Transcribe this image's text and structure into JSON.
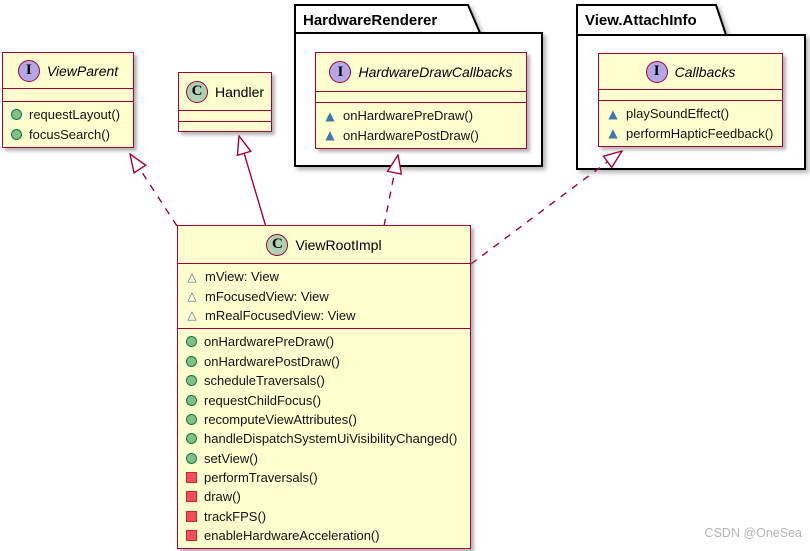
{
  "watermark": "CSDN @OneSea",
  "colors": {
    "box_fill": "#FEFECE",
    "box_border": "#A80036",
    "package_border": "#000000",
    "interface_circle_fill": "#B4A7E5",
    "class_circle_fill": "#ADD1B2",
    "public_method_icon": "#84BE84",
    "private_method_icon": "#F24D5C",
    "package_member_icon": "#4177AF",
    "watermark_color": "#b5b5b5"
  },
  "packages": {
    "hardware_renderer": {
      "title": "HardwareRenderer"
    },
    "view_attach_info": {
      "title": "View.AttachInfo"
    }
  },
  "classes": {
    "view_parent": {
      "stereotype_letter": "I",
      "stereotype": "interface",
      "title": "ViewParent",
      "methods": [
        {
          "icon": "public-method-icon",
          "label": "requestLayout()"
        },
        {
          "icon": "public-method-icon",
          "label": "focusSearch()"
        }
      ]
    },
    "handler": {
      "stereotype_letter": "C",
      "stereotype": "class",
      "title": "Handler",
      "methods": []
    },
    "hardware_draw_callbacks": {
      "stereotype_letter": "I",
      "stereotype": "interface",
      "title": "HardwareDrawCallbacks",
      "methods": [
        {
          "icon": "package-method-icon",
          "label": "onHardwarePreDraw()"
        },
        {
          "icon": "package-method-icon",
          "label": "onHardwarePostDraw()"
        }
      ]
    },
    "callbacks": {
      "stereotype_letter": "I",
      "stereotype": "interface",
      "title": "Callbacks",
      "methods": [
        {
          "icon": "package-method-icon",
          "label": "playSoundEffect()"
        },
        {
          "icon": "package-method-icon",
          "label": "performHapticFeedback()"
        }
      ]
    },
    "view_root_impl": {
      "stereotype_letter": "C",
      "stereotype": "class",
      "title": "ViewRootImpl",
      "fields": [
        {
          "icon": "package-field-icon",
          "label": "mView: View"
        },
        {
          "icon": "package-field-icon",
          "label": "mFocusedView: View"
        },
        {
          "icon": "package-field-icon",
          "label": "mRealFocusedView: View"
        }
      ],
      "methods": [
        {
          "icon": "public-method-icon",
          "label": "onHardwarePreDraw()"
        },
        {
          "icon": "public-method-icon",
          "label": "onHardwarePostDraw()"
        },
        {
          "icon": "public-method-icon",
          "label": "scheduleTraversals()"
        },
        {
          "icon": "public-method-icon",
          "label": "requestChildFocus()"
        },
        {
          "icon": "public-method-icon",
          "label": "recomputeViewAttributes()"
        },
        {
          "icon": "public-method-icon",
          "label": "handleDispatchSystemUiVisibilityChanged()"
        },
        {
          "icon": "public-method-icon",
          "label": "setView()"
        },
        {
          "icon": "private-method-icon",
          "label": "performTraversals()"
        },
        {
          "icon": "private-method-icon",
          "label": "draw()"
        },
        {
          "icon": "private-method-icon",
          "label": "trackFPS()"
        },
        {
          "icon": "private-method-icon",
          "label": "enableHardwareAcceleration()"
        }
      ]
    }
  },
  "relations": [
    {
      "from": "ViewRootImpl",
      "to": "ViewParent",
      "line": "dashed",
      "arrowhead": "hollow-triangle"
    },
    {
      "from": "ViewRootImpl",
      "to": "Handler",
      "line": "solid",
      "arrowhead": "hollow-triangle"
    },
    {
      "from": "ViewRootImpl",
      "to": "HardwareDrawCallbacks",
      "line": "dashed",
      "arrowhead": "hollow-triangle"
    },
    {
      "from": "ViewRootImpl",
      "to": "Callbacks",
      "line": "dashed",
      "arrowhead": "hollow-triangle"
    }
  ]
}
